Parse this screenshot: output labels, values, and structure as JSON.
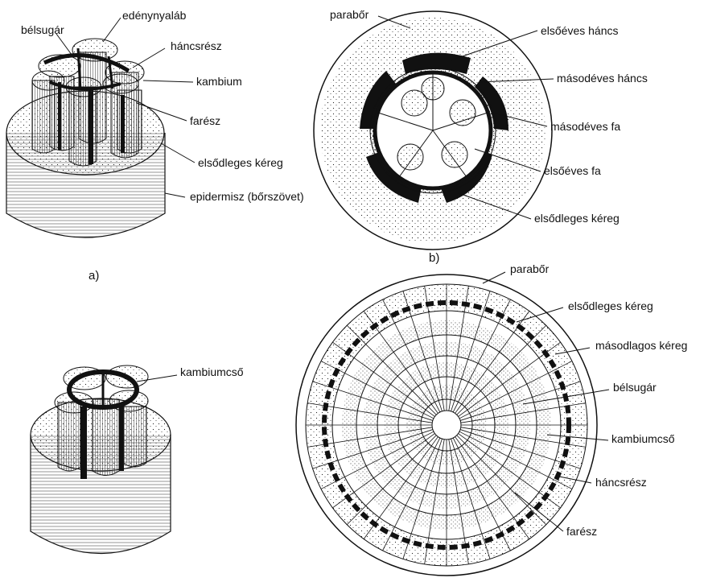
{
  "panel_a": {
    "caption": "a)",
    "labels": {
      "belsugar": "bélsugár",
      "edenynyalab": "edénynyaláb",
      "hancsresz": "háncsrész",
      "kambium": "kambium",
      "faresz": "farész",
      "elsodleges_kereg": "elsődleges kéreg",
      "epidermisz": "epidermisz  (bőrszövet)"
    }
  },
  "panel_b": {
    "caption": "b)",
    "labels": {
      "parabor": "parabőr",
      "elsoeves_hancs": "elsőéves háncs",
      "masodeves_hancs": "másodéves háncs",
      "masodeves_fa": "másodéves fa",
      "elsoeves_fa": "elsőéves fa",
      "elsodleges_kereg": "elsődleges kéreg"
    }
  },
  "panel_c": {
    "labels": {
      "kambiumcso": "kambiumcső"
    }
  },
  "panel_d": {
    "labels": {
      "parabor": "parabőr",
      "elsodleges_kereg": "elsődleges kéreg",
      "masodlagos_kereg": "másodlagos kéreg",
      "belsugar": "bélsugár",
      "kambiumcso": "kambiumcső",
      "hancsresz": "háncsrész",
      "faresz": "farész"
    }
  }
}
